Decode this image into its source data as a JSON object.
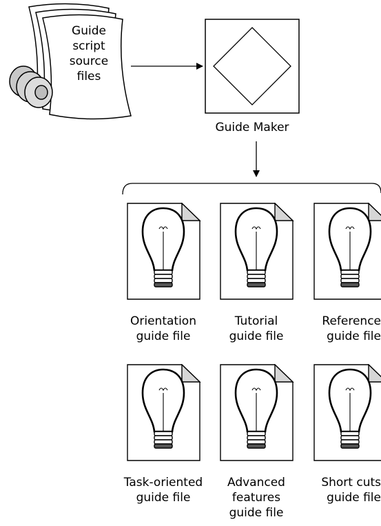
{
  "source": {
    "label_lines": [
      "Guide",
      "script",
      "source",
      "files"
    ],
    "icon": "scroll-stack-icon"
  },
  "maker": {
    "label": "Guide Maker",
    "icon": "diamond-box-icon"
  },
  "outputs": [
    {
      "lines": [
        "Orientation",
        "guide file"
      ],
      "icon": "lightbulb-document-icon"
    },
    {
      "lines": [
        "Tutorial",
        "guide file"
      ],
      "icon": "lightbulb-document-icon"
    },
    {
      "lines": [
        "Reference",
        "guide file"
      ],
      "icon": "lightbulb-document-icon"
    },
    {
      "lines": [
        "Task-oriented",
        "guide file"
      ],
      "icon": "lightbulb-document-icon"
    },
    {
      "lines": [
        "Advanced",
        "features",
        "guide file"
      ],
      "icon": "lightbulb-document-icon"
    },
    {
      "lines": [
        "Short cuts",
        "guide file"
      ],
      "icon": "lightbulb-document-icon"
    }
  ]
}
